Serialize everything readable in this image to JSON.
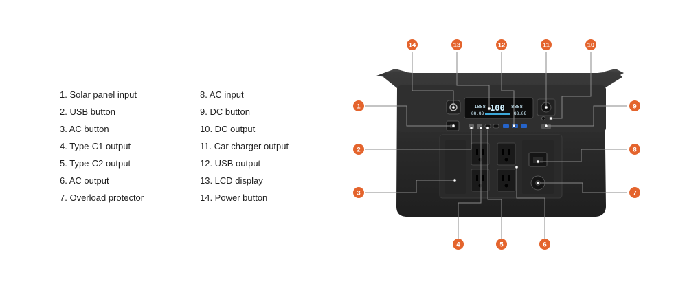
{
  "legend": {
    "left": [
      "1. Solar panel input",
      "2. USB button",
      "3. AC button",
      "4. Type-C1 output",
      "5. Type-C2 output",
      "6. AC output",
      "7. Overload protector"
    ],
    "right": [
      "8. AC input",
      "9. DC button",
      "10. DC output",
      "11. Car charger output",
      "12. USB output",
      "13. LCD display",
      "14. Power button"
    ]
  },
  "badges": {
    "b1": "1",
    "b2": "2",
    "b3": "3",
    "b4": "4",
    "b5": "5",
    "b6": "6",
    "b7": "7",
    "b8": "8",
    "b9": "9",
    "b10": "10",
    "b11": "11",
    "b12": "12",
    "b13": "13",
    "b14": "14"
  },
  "lcd": {
    "top_left": "1888",
    "center": "100",
    "top_right": "8888",
    "bottom_left": "88.88",
    "bottom_right": "88.88"
  },
  "colors": {
    "badge": "#e4642d",
    "device_body": "#2b2b2b",
    "leader_line": "#8a8a8a"
  }
}
